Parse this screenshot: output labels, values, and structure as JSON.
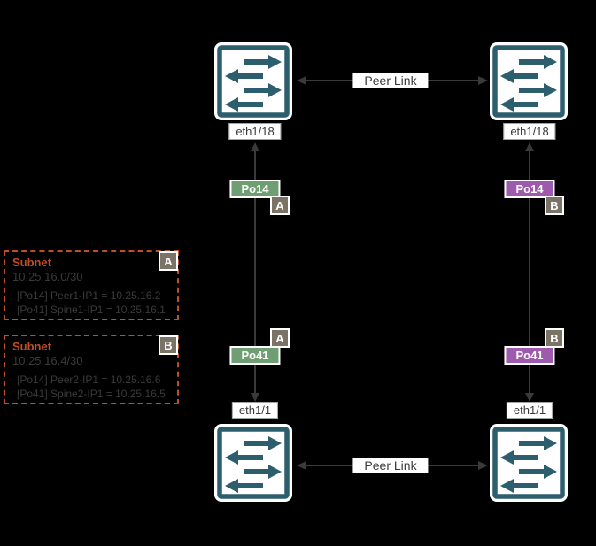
{
  "diagram": {
    "top_pair": {
      "peer_link_label": "Peer Link",
      "left_interface": "eth1/18",
      "right_interface": "eth1/18"
    },
    "bottom_pair": {
      "peer_link_label": "Peer Link",
      "left_interface": "eth1/1",
      "right_interface": "eth1/1"
    },
    "left_link": {
      "top_port": "Po14",
      "top_badge": "A",
      "bottom_port": "Po41",
      "bottom_badge": "A"
    },
    "right_link": {
      "top_port": "Po14",
      "top_badge": "B",
      "bottom_port": "Po41",
      "bottom_badge": "B"
    },
    "subnets": [
      {
        "title": "Subnet",
        "cidr": "10.25.16.0/30",
        "badge": "A",
        "lines": [
          "[Po14] Peer1-IP1 = 10.25.16.2",
          "[Po41] Spine1-IP1 = 10.25.16.1"
        ]
      },
      {
        "title": "Subnet",
        "cidr": "10.25.16.4/30",
        "badge": "B",
        "lines": [
          "[Po14] Peer2-IP1 = 10.25.16.6",
          "[Po41] Spine2-IP1 = 10.25.16.5"
        ]
      }
    ]
  },
  "icons": {
    "switch": "network-switch-bidirectional-arrows-icon"
  },
  "colors": {
    "background": "#000000",
    "switch_teal": "#2d5e6e",
    "port_green": "#6f9e72",
    "port_purple": "#9e5aad",
    "badge_gray": "#7b7366",
    "subnet_orange": "#bf4d28",
    "line_dark": "#3b3a39",
    "label_text": "#3b3a39"
  }
}
